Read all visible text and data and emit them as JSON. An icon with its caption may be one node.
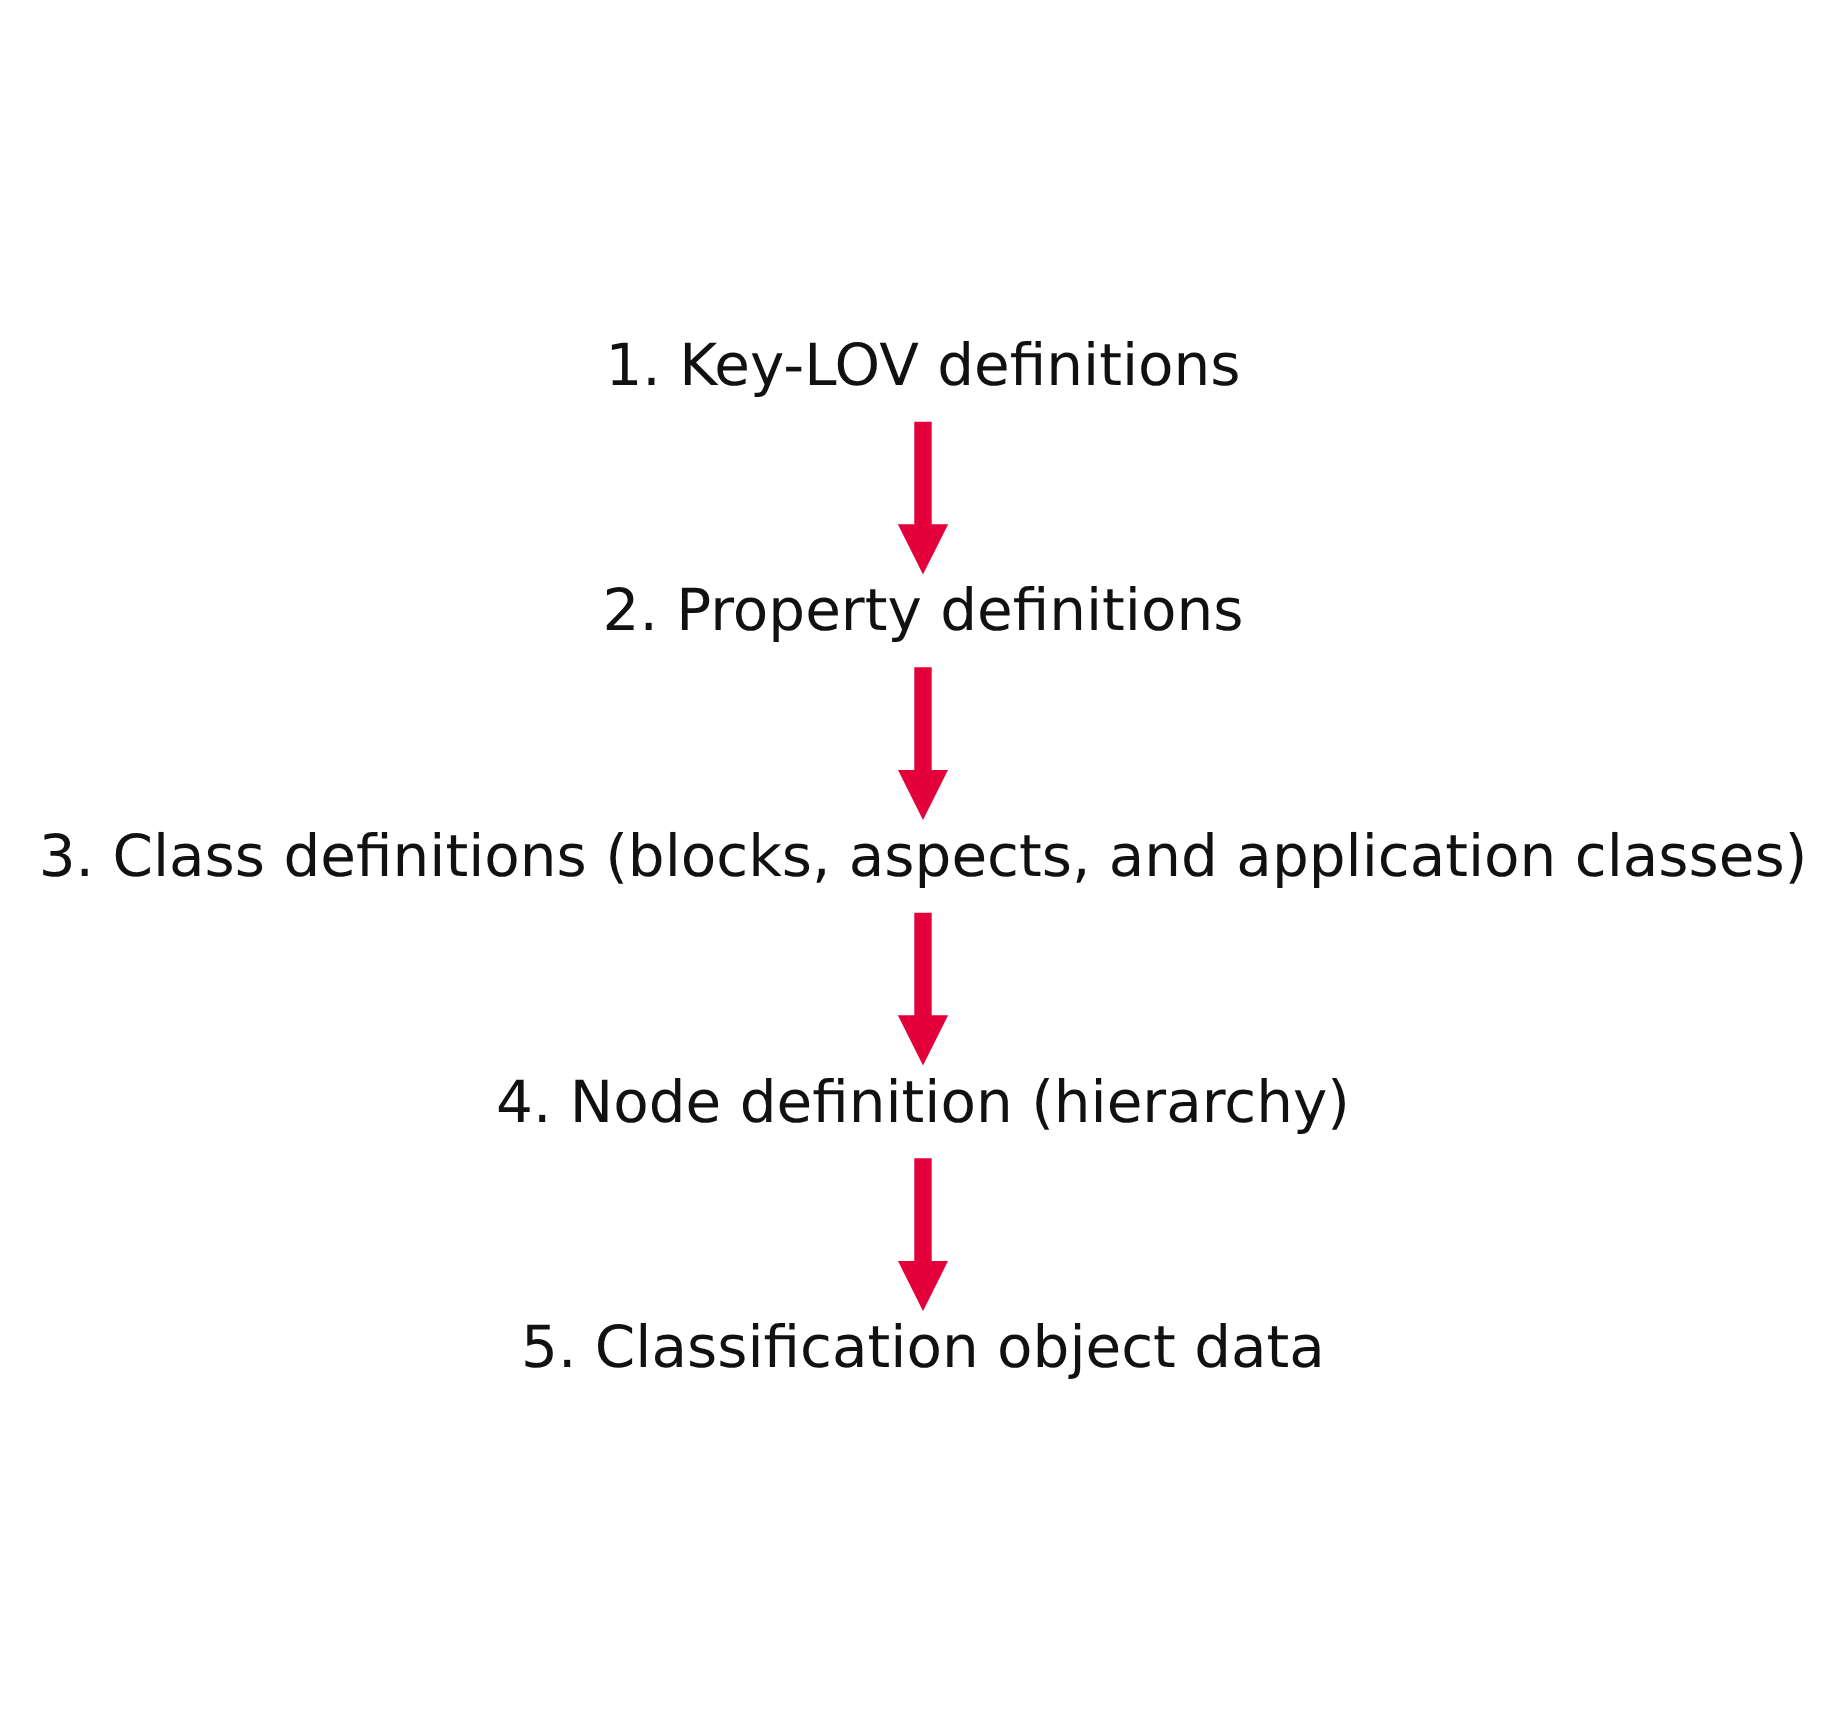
{
  "diagram": {
    "nodes": [
      {
        "text": [
          "1. Key-LOV definitions"
        ]
      },
      {
        "text": [
          "2. Property definitions"
        ]
      },
      {
        "text": [
          "3. Class definitions (blocks, aspects, and application classes)"
        ]
      },
      {
        "text": [
          "4. Node definition (hierarchy)"
        ]
      },
      {
        "text": [
          "5. Classification object data"
        ]
      }
    ],
    "edges": [
      {
        "from": 0,
        "to": 1,
        "arrow": "to",
        "color": "#e4003b"
      },
      {
        "from": 1,
        "to": 2,
        "arrow": "to",
        "color": "#e4003b"
      },
      {
        "from": 2,
        "to": 3,
        "arrow": "to",
        "color": "#e4003b"
      },
      {
        "from": 3,
        "to": 4,
        "arrow": "to",
        "color": "#e4003b"
      }
    ]
  }
}
